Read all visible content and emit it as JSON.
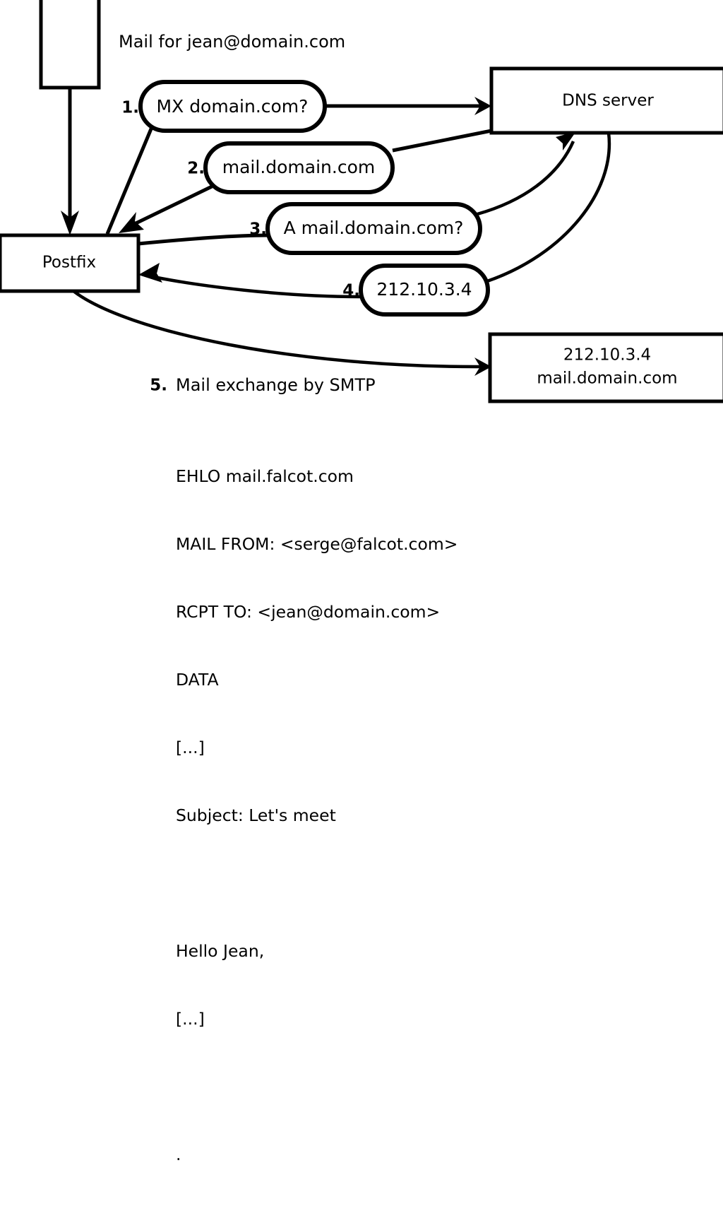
{
  "diagram": {
    "title_note": "Mail for jean@domain.com",
    "nodes": [
      {
        "id": "sender-host",
        "label": ""
      },
      {
        "id": "postfix",
        "label": "Postfix"
      },
      {
        "id": "dns-server",
        "label": "DNS server"
      },
      {
        "id": "remote-mx",
        "label_line1": "212.10.3.4",
        "label_line2": "mail.domain.com"
      }
    ],
    "steps": [
      {
        "num": "1.",
        "label": "MX domain.com?"
      },
      {
        "num": "2.",
        "label": "mail.domain.com"
      },
      {
        "num": "3.",
        "label": "A mail.domain.com?"
      },
      {
        "num": "4.",
        "label": "212.10.3.4"
      },
      {
        "num": "5.",
        "label": "Mail exchange by SMTP"
      }
    ],
    "smtp_transcript": [
      "EHLO mail.falcot.com",
      "MAIL FROM: <serge@falcot.com>",
      "RCPT TO: <jean@domain.com>",
      "DATA",
      "[...]",
      "Subject: Let's meet",
      "",
      "Hello Jean,",
      "[...]",
      "."
    ],
    "colors": {
      "stroke": "#000000",
      "fill": "#ffffff",
      "text": "#000000"
    }
  }
}
